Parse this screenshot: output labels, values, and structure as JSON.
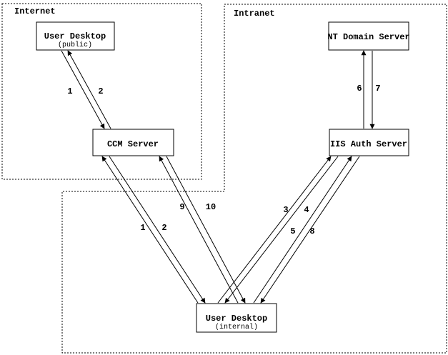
{
  "diagram": {
    "regions": {
      "internet": {
        "label": "Internet"
      },
      "intranet": {
        "label": "Intranet"
      }
    },
    "nodes": {
      "user_desktop_public": {
        "title": "User Desktop",
        "subtitle": "(public)"
      },
      "ccm_server": {
        "title": "CCM Server"
      },
      "nt_domain_server": {
        "title": "NT Domain Server"
      },
      "iis_auth_server": {
        "title": "IIS Auth Server"
      },
      "user_desktop_internal": {
        "title": "User Desktop",
        "subtitle": "(internal)"
      }
    },
    "arrows": [
      {
        "label": "1",
        "from": "User Desktop (public)",
        "to": "CCM Server"
      },
      {
        "label": "2",
        "from": "CCM Server",
        "to": "User Desktop (public)"
      },
      {
        "label": "1",
        "from": "User Desktop (internal)",
        "to": "CCM Server"
      },
      {
        "label": "2",
        "from": "CCM Server",
        "to": "User Desktop (internal)"
      },
      {
        "label": "9",
        "from": "User Desktop (internal)",
        "to": "CCM Server"
      },
      {
        "label": "10",
        "from": "CCM Server",
        "to": "User Desktop (internal)"
      },
      {
        "label": "3",
        "from": "User Desktop (internal)",
        "to": "IIS Auth Server"
      },
      {
        "label": "4",
        "from": "IIS Auth Server",
        "to": "User Desktop (internal)"
      },
      {
        "label": "5",
        "from": "User Desktop (internal)",
        "to": "IIS Auth Server"
      },
      {
        "label": "8",
        "from": "IIS Auth Server",
        "to": "User Desktop (internal)"
      },
      {
        "label": "6",
        "from": "IIS Auth Server",
        "to": "NT Domain Server"
      },
      {
        "label": "7",
        "from": "NT Domain Server",
        "to": "IIS Auth Server"
      }
    ],
    "colors": {
      "line": "#000000",
      "background": "#ffffff",
      "text": "#000000"
    }
  }
}
